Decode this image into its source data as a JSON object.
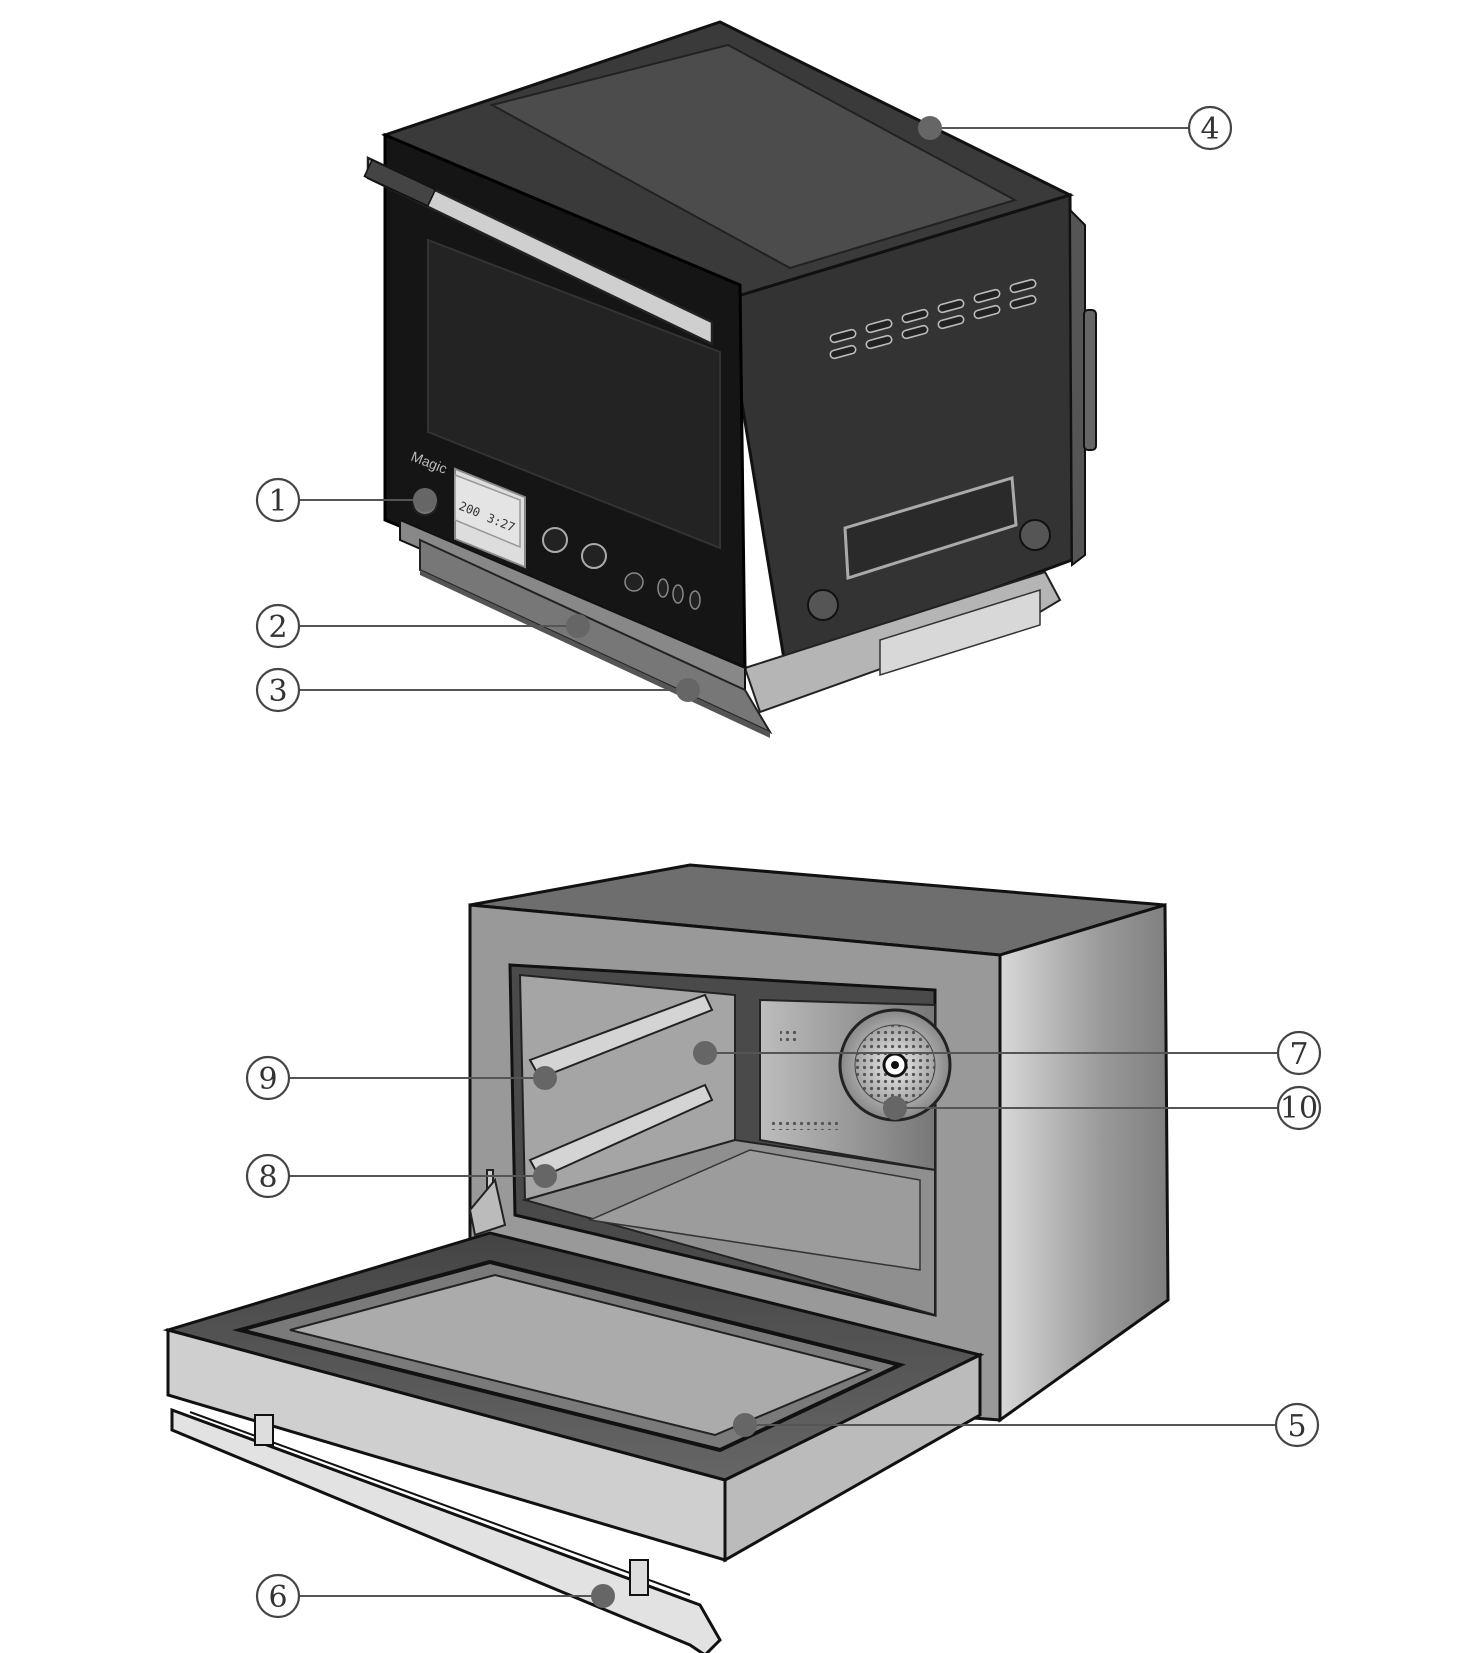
{
  "brand": "Magic",
  "display": {
    "temp": "200",
    "time": "3:27"
  },
  "callouts": [
    {
      "id": "callout-1",
      "label": "1"
    },
    {
      "id": "callout-2",
      "label": "2"
    },
    {
      "id": "callout-3",
      "label": "3"
    },
    {
      "id": "callout-4",
      "label": "4"
    },
    {
      "id": "callout-5",
      "label": "5"
    },
    {
      "id": "callout-6",
      "label": "6"
    },
    {
      "id": "callout-7",
      "label": "7"
    },
    {
      "id": "callout-8",
      "label": "8"
    },
    {
      "id": "callout-9",
      "label": "9"
    },
    {
      "id": "callout-10",
      "label": "10"
    }
  ]
}
